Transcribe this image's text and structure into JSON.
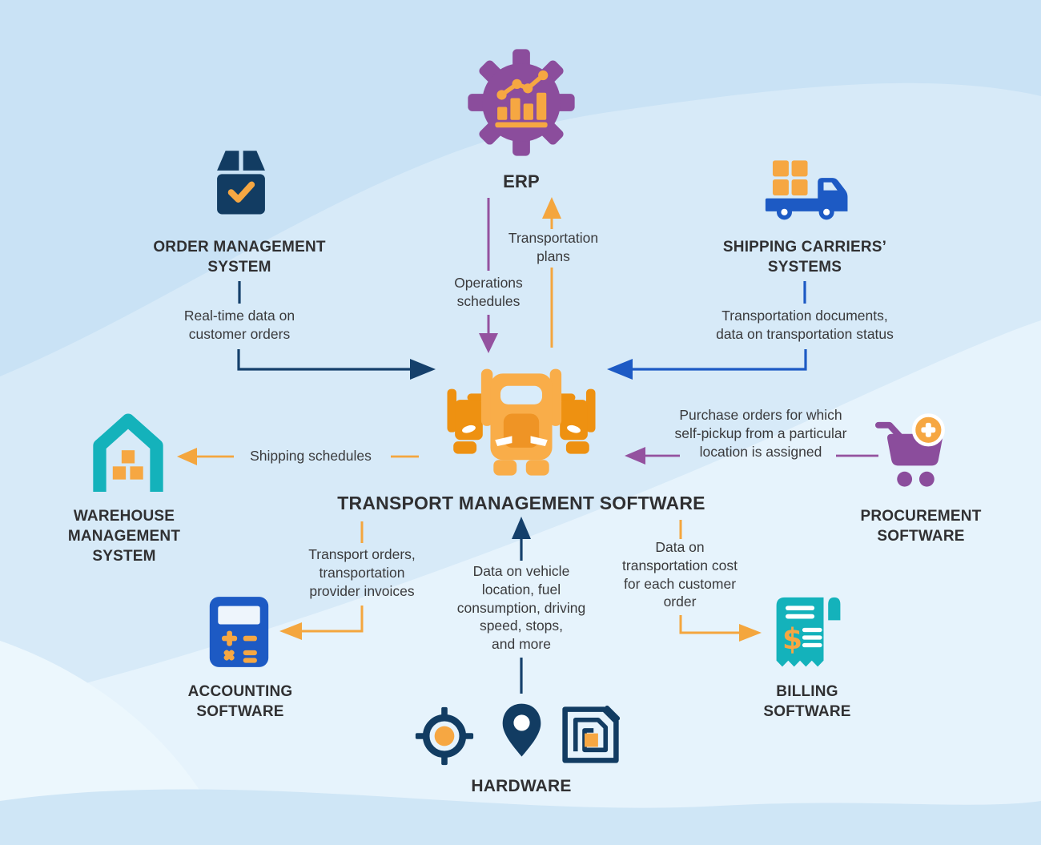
{
  "diagram": {
    "subject": "Transport Management Software integrations",
    "palette": {
      "navy": "#123c62",
      "royal_blue": "#1d5ac4",
      "teal": "#14b2bb",
      "purple": "#8b4d9c",
      "orange": "#f6a742",
      "orange_dark": "#ee9111",
      "background": "#d7eaf8",
      "heading_text": "#303032",
      "flow_text": "#3a3a3c"
    }
  },
  "nodes": {
    "erp": {
      "label": "ERP",
      "icon": "gear-chart-icon"
    },
    "order_management": {
      "label": "ORDER MANAGEMENT\nSYSTEM",
      "icon": "order-box-icon"
    },
    "shipping_carriers": {
      "label": "SHIPPING CARRIERS’\nSYSTEMS",
      "icon": "shipping-truck-icon"
    },
    "tms": {
      "label": "TRANSPORT MANAGEMENT SOFTWARE",
      "icon": "tms-truck-icon"
    },
    "warehouse": {
      "label": "WAREHOUSE\nMANAGEMENT\nSYSTEM",
      "icon": "warehouse-icon"
    },
    "procurement": {
      "label": "PROCUREMENT\nSOFTWARE",
      "icon": "cart-plus-icon"
    },
    "accounting": {
      "label": "ACCOUNTING\nSOFTWARE",
      "icon": "calculator-icon"
    },
    "billing": {
      "label": "BILLING\nSOFTWARE",
      "icon": "receipt-icon"
    },
    "hardware": {
      "label": "HARDWARE",
      "icon": "gps-pin-rfid-icons"
    }
  },
  "flows": {
    "erp_to_tms": {
      "label": "Operations\nschedules",
      "color": "#94529f",
      "direction": "ERP to TMS"
    },
    "tms_to_erp": {
      "label": "Transportation\nplans",
      "color": "#f4a63e",
      "direction": "TMS to ERP"
    },
    "oms_to_tms": {
      "label": "Real-time data on\ncustomer orders",
      "color": "#15406b",
      "direction": "Order Management to TMS"
    },
    "carriers_to_tms": {
      "label": "Transportation documents,\ndata on transportation status",
      "color": "#1d5ac4",
      "direction": "Shipping Carriers to TMS"
    },
    "tms_to_warehouse": {
      "label": "Shipping schedules",
      "color": "#f4a63e",
      "direction": "TMS to Warehouse"
    },
    "procurement_to_tms": {
      "label": "Purchase orders for which\nself-pickup from a particular\nlocation is assigned",
      "color": "#94529f",
      "direction": "Procurement to TMS"
    },
    "tms_to_accounting": {
      "label": "Transport orders,\ntransportation\nprovider invoices",
      "color": "#f4a63e",
      "direction": "TMS to Accounting"
    },
    "hardware_to_tms": {
      "label": "Data on vehicle\nlocation, fuel\nconsumption, driving\nspeed, stops,\nand more",
      "color": "#15406b",
      "direction": "Hardware to TMS"
    },
    "tms_to_billing": {
      "label": "Data on\ntransportation cost\nfor each customer\norder",
      "color": "#f4a63e",
      "direction": "TMS to Billing"
    }
  }
}
